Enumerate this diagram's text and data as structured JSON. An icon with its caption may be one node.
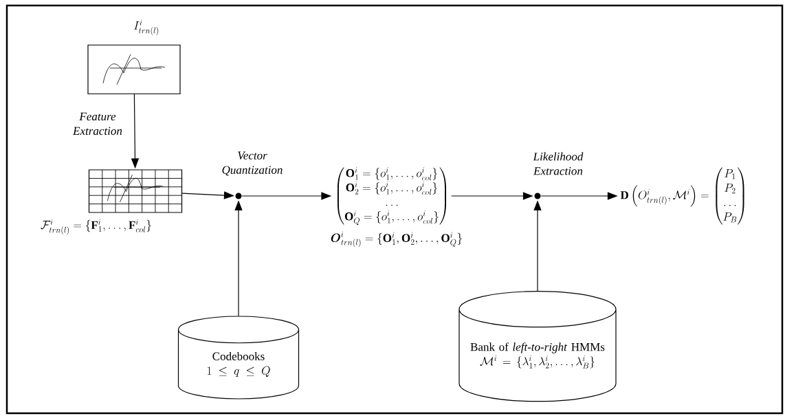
{
  "diagram": {
    "nodes": [
      {
        "text": [],
        "shape": "picture",
        "beside": [
          "I^{i}_{trn(l)}"
        ]
      },
      {
        "text": [],
        "shape": "picture",
        "beside": [
          "\\mathcal{F}^{i}_{trn(l)} = \\{\\mathbf{F}^{i}_{1}, \\ldots, \\mathbf{F}^{i}_{col}\\}"
        ]
      },
      {
        "text": [],
        "shape": "circle"
      },
      {
        "text": [
          "\\begin{pmatrix} \\mathbf{O}^{i}_{1} = \\{o^{i}_{1}, \\ldots, o^{i}_{col}\\} \\\\ \\mathbf{O}^{i}_{2} = \\{o^{i}_{1}, \\ldots, o^{i}_{col}\\} \\\\ \\ldots \\\\ \\mathbf{O}^{i}_{Q} = \\{o^{i}_{1}, \\ldots, o^{i}_{col}\\} \\end{pmatrix}"
        ],
        "beside": [
          "\\boldsymbol{O}^{i}_{trn(l)} = \\{\\mathbf{O}^{i}_{1}, \\mathbf{O}^{i}_{2}, \\ldots, \\mathbf{O}^{i}_{Q}\\}"
        ]
      },
      {
        "text": [],
        "shape": "circle"
      },
      {
        "text": [
          "\\mathbf{D}\\left(O^{i}_{trn(l)}, \\mathcal{M}^{i}\\right) = \\begin{pmatrix} P_{1} \\\\ P_{2} \\\\ \\ldots \\\\ P_{B} \\end{pmatrix}"
        ]
      },
      {
        "text": [
          "Codebooks",
          "1 \\le q \\le Q"
        ]
      },
      {
        "text": [
          "Bank of *left-to-right* HMMs",
          "\\mathcal{M}^{i} = \\{\\lambda^{i}_{1}, \\lambda^{i}_{2}, \\ldots, \\lambda^{i}_{B}\\}"
        ]
      }
    ],
    "edges": [
      {
        "from": 0,
        "to": 1,
        "arrow": "to",
        "label": "Feature Extraction"
      },
      {
        "from": 1,
        "to": 2,
        "arrow": "to"
      },
      {
        "from": 2,
        "to": 3,
        "arrow": "to",
        "label": "Vector Quantization"
      },
      {
        "from": 6,
        "to": 2,
        "arrow": "to"
      },
      {
        "from": 3,
        "to": 4,
        "arrow": "to"
      },
      {
        "from": 4,
        "to": 5,
        "arrow": "to",
        "label": "Likelihood Extraction"
      },
      {
        "from": 7,
        "to": 4,
        "arrow": "to"
      }
    ]
  }
}
